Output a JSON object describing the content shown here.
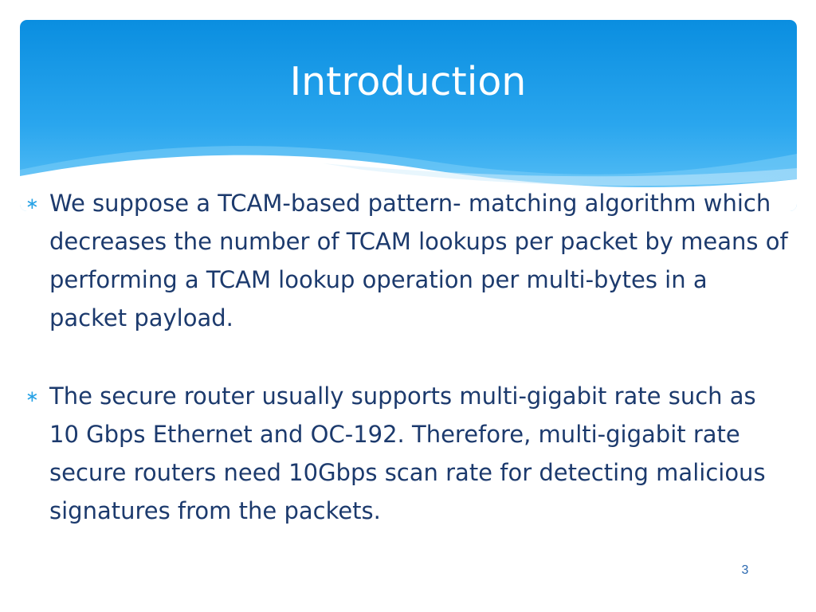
{
  "slide": {
    "title": "Introduction",
    "bullets": [
      {
        "marker": "∗",
        "text": "We suppose a TCAM-based pattern- matching algorithm which decreases the number of TCAM lookups per packet by means of performing a TCAM lookup operation per multi-bytes in a packet payload."
      },
      {
        "marker": "∗",
        "text": "The secure router usually supports multi-gigabit rate such as 10 Gbps Ethernet and OC-192. Therefore, multi-gigabit rate secure routers need 10Gbps scan rate for detecting malicious signatures from the packets."
      }
    ],
    "page_number": "3"
  },
  "theme": {
    "header_top_color": "#0a8ee0",
    "header_bottom_color": "#5cc0f6",
    "text_color": "#1c3a6d",
    "bullet_color": "#29a3e6"
  }
}
